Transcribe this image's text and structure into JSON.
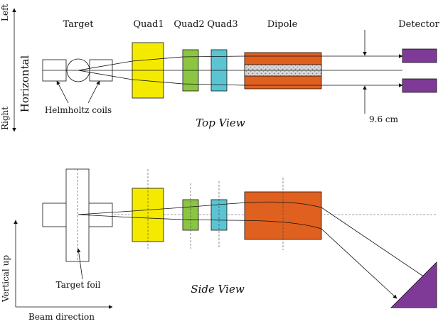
{
  "labels": {
    "target": "Target",
    "quad1": "Quad1",
    "quad2": "Quad2",
    "quad3": "Quad3",
    "dipole": "Dipole",
    "detector": "Detector",
    "helmholtz": "Helmholtz coils",
    "top_view": "Top View",
    "side_view": "Side View",
    "gap": "9.6 cm",
    "target_foil": "Target foil",
    "left": "Left",
    "right": "Right",
    "horizontal": "Horizontal",
    "vertical_up": "Vertical up",
    "beam_direction": "Beam direction"
  },
  "colors": {
    "quad1": "#f4ea00",
    "quad2": "#8cc641",
    "quad3": "#5bc4d2",
    "dipole": "#e06020",
    "detector": "#7f3a98",
    "septum": "#d8d8d8"
  }
}
